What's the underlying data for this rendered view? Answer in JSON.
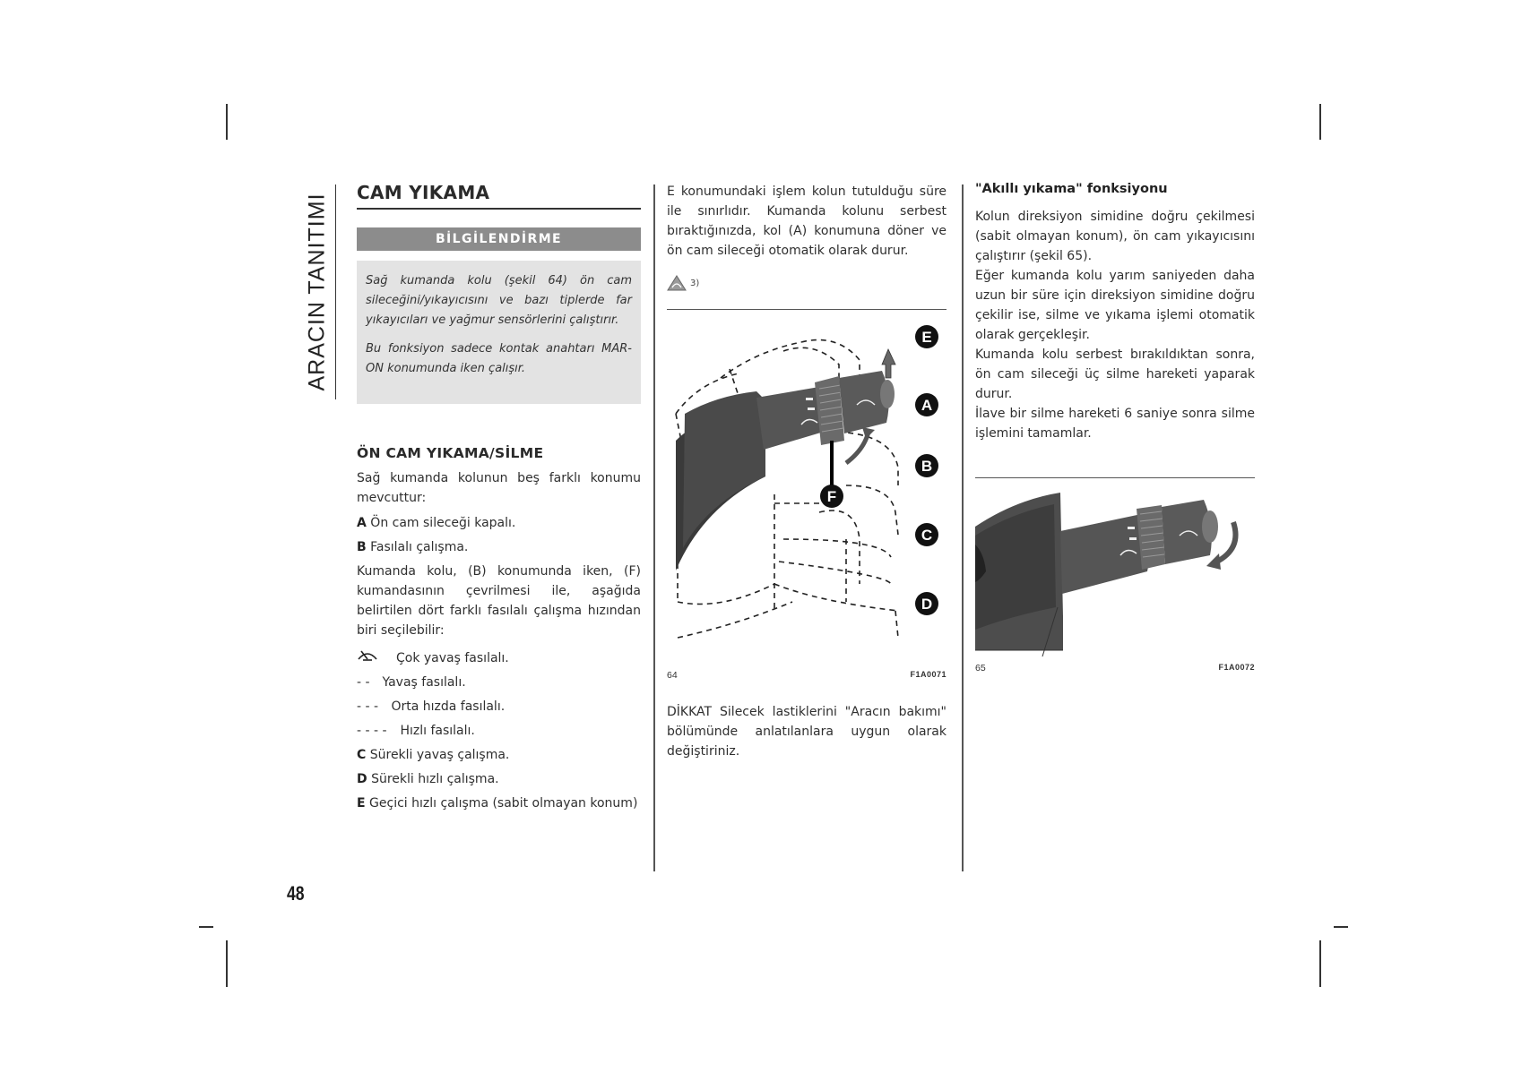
{
  "side_tab": "ARACIN TANITIMI",
  "page_number": "48",
  "section_title": "CAM YIKAMA",
  "info_bar": "BİLGİLENDİRME",
  "info_box": {
    "p1": "Sağ kumanda kolu (şekil 64) ön cam sileceğini/yıkayıcısını ve bazı tiplerde far yıkayıcıları ve yağmur sensörlerini çalıştırır.",
    "p2": "Bu fonksiyon sadece kontak anahtarı MAR-ON konumunda iken çalışır."
  },
  "subsection_title": "ÖN CAM YIKAMA/SİLME",
  "intro": "Sağ kumanda kolunun beş farklı konumu mevcuttur:",
  "positions": [
    {
      "key": "A",
      "text": "Ön cam sileceği kapalı."
    },
    {
      "key": "B",
      "text": "Fasılalı çalışma."
    }
  ],
  "f_paragraph": "Kumanda kolu, (B) konumunda iken, (F) kumandasının çevrilmesi ile, aşağıda belirtilen dört farklı fasılalı çalışma hızından biri seçilebilir:",
  "speeds": [
    {
      "mark": "",
      "text": "Çok yavaş fasılalı."
    },
    {
      "mark": "- -",
      "text": "Yavaş fasılalı."
    },
    {
      "mark": "- - -",
      "text": "Orta hızda fasılalı."
    },
    {
      "mark": "- - - -",
      "text": "Hızlı fasılalı."
    }
  ],
  "positions2": [
    {
      "key": "C",
      "text": "Sürekli yavaş çalışma."
    },
    {
      "key": "D",
      "text": "Sürekli hızlı çalışma."
    },
    {
      "key": "E",
      "text": "Geçici hızlı çalışma (sabit olmayan konum)"
    }
  ],
  "col2": {
    "paragraph": "E konumundaki işlem kolun tutulduğu süre ile sınırlıdır. Kumanda kolunu serbest bıraktığınızda, kol (A) konumuna döner ve ön cam sileceği otomatik olarak durur.",
    "warn_ref": "3)",
    "figure": {
      "number": "64",
      "code": "F1A0071",
      "labels": [
        "E",
        "A",
        "B",
        "F",
        "C",
        "D"
      ]
    },
    "attention": "DİKKAT Silecek lastiklerini \"Aracın bakımı\" bölümünde anlatılanlara uygun olarak değiştiriniz."
  },
  "col3": {
    "title": "\"Akıllı yıkama\" fonksiyonu",
    "paragraphs": [
      "Kolun direksiyon simidine doğru çekilmesi (sabit olmayan konum), ön cam yıkayıcısını çalıştırır (şekil 65).",
      "Eğer kumanda kolu yarım saniyeden daha uzun bir süre için direksiyon simidine doğru çekilir ise, silme ve yıkama işlemi otomatik olarak gerçekleşir.",
      "Kumanda kolu serbest bırakıldıktan sonra, ön cam sileceği üç silme hareketi yaparak durur.",
      "İlave bir silme hareketi 6 saniye sonra silme işlemini tamamlar."
    ],
    "figure": {
      "number": "65",
      "code": "F1A0072"
    }
  },
  "colors": {
    "text": "#2a2a2a",
    "info_bar": "#8c8c8c",
    "info_box": "#e3e3e3",
    "stalk": "#4a4a4a"
  }
}
